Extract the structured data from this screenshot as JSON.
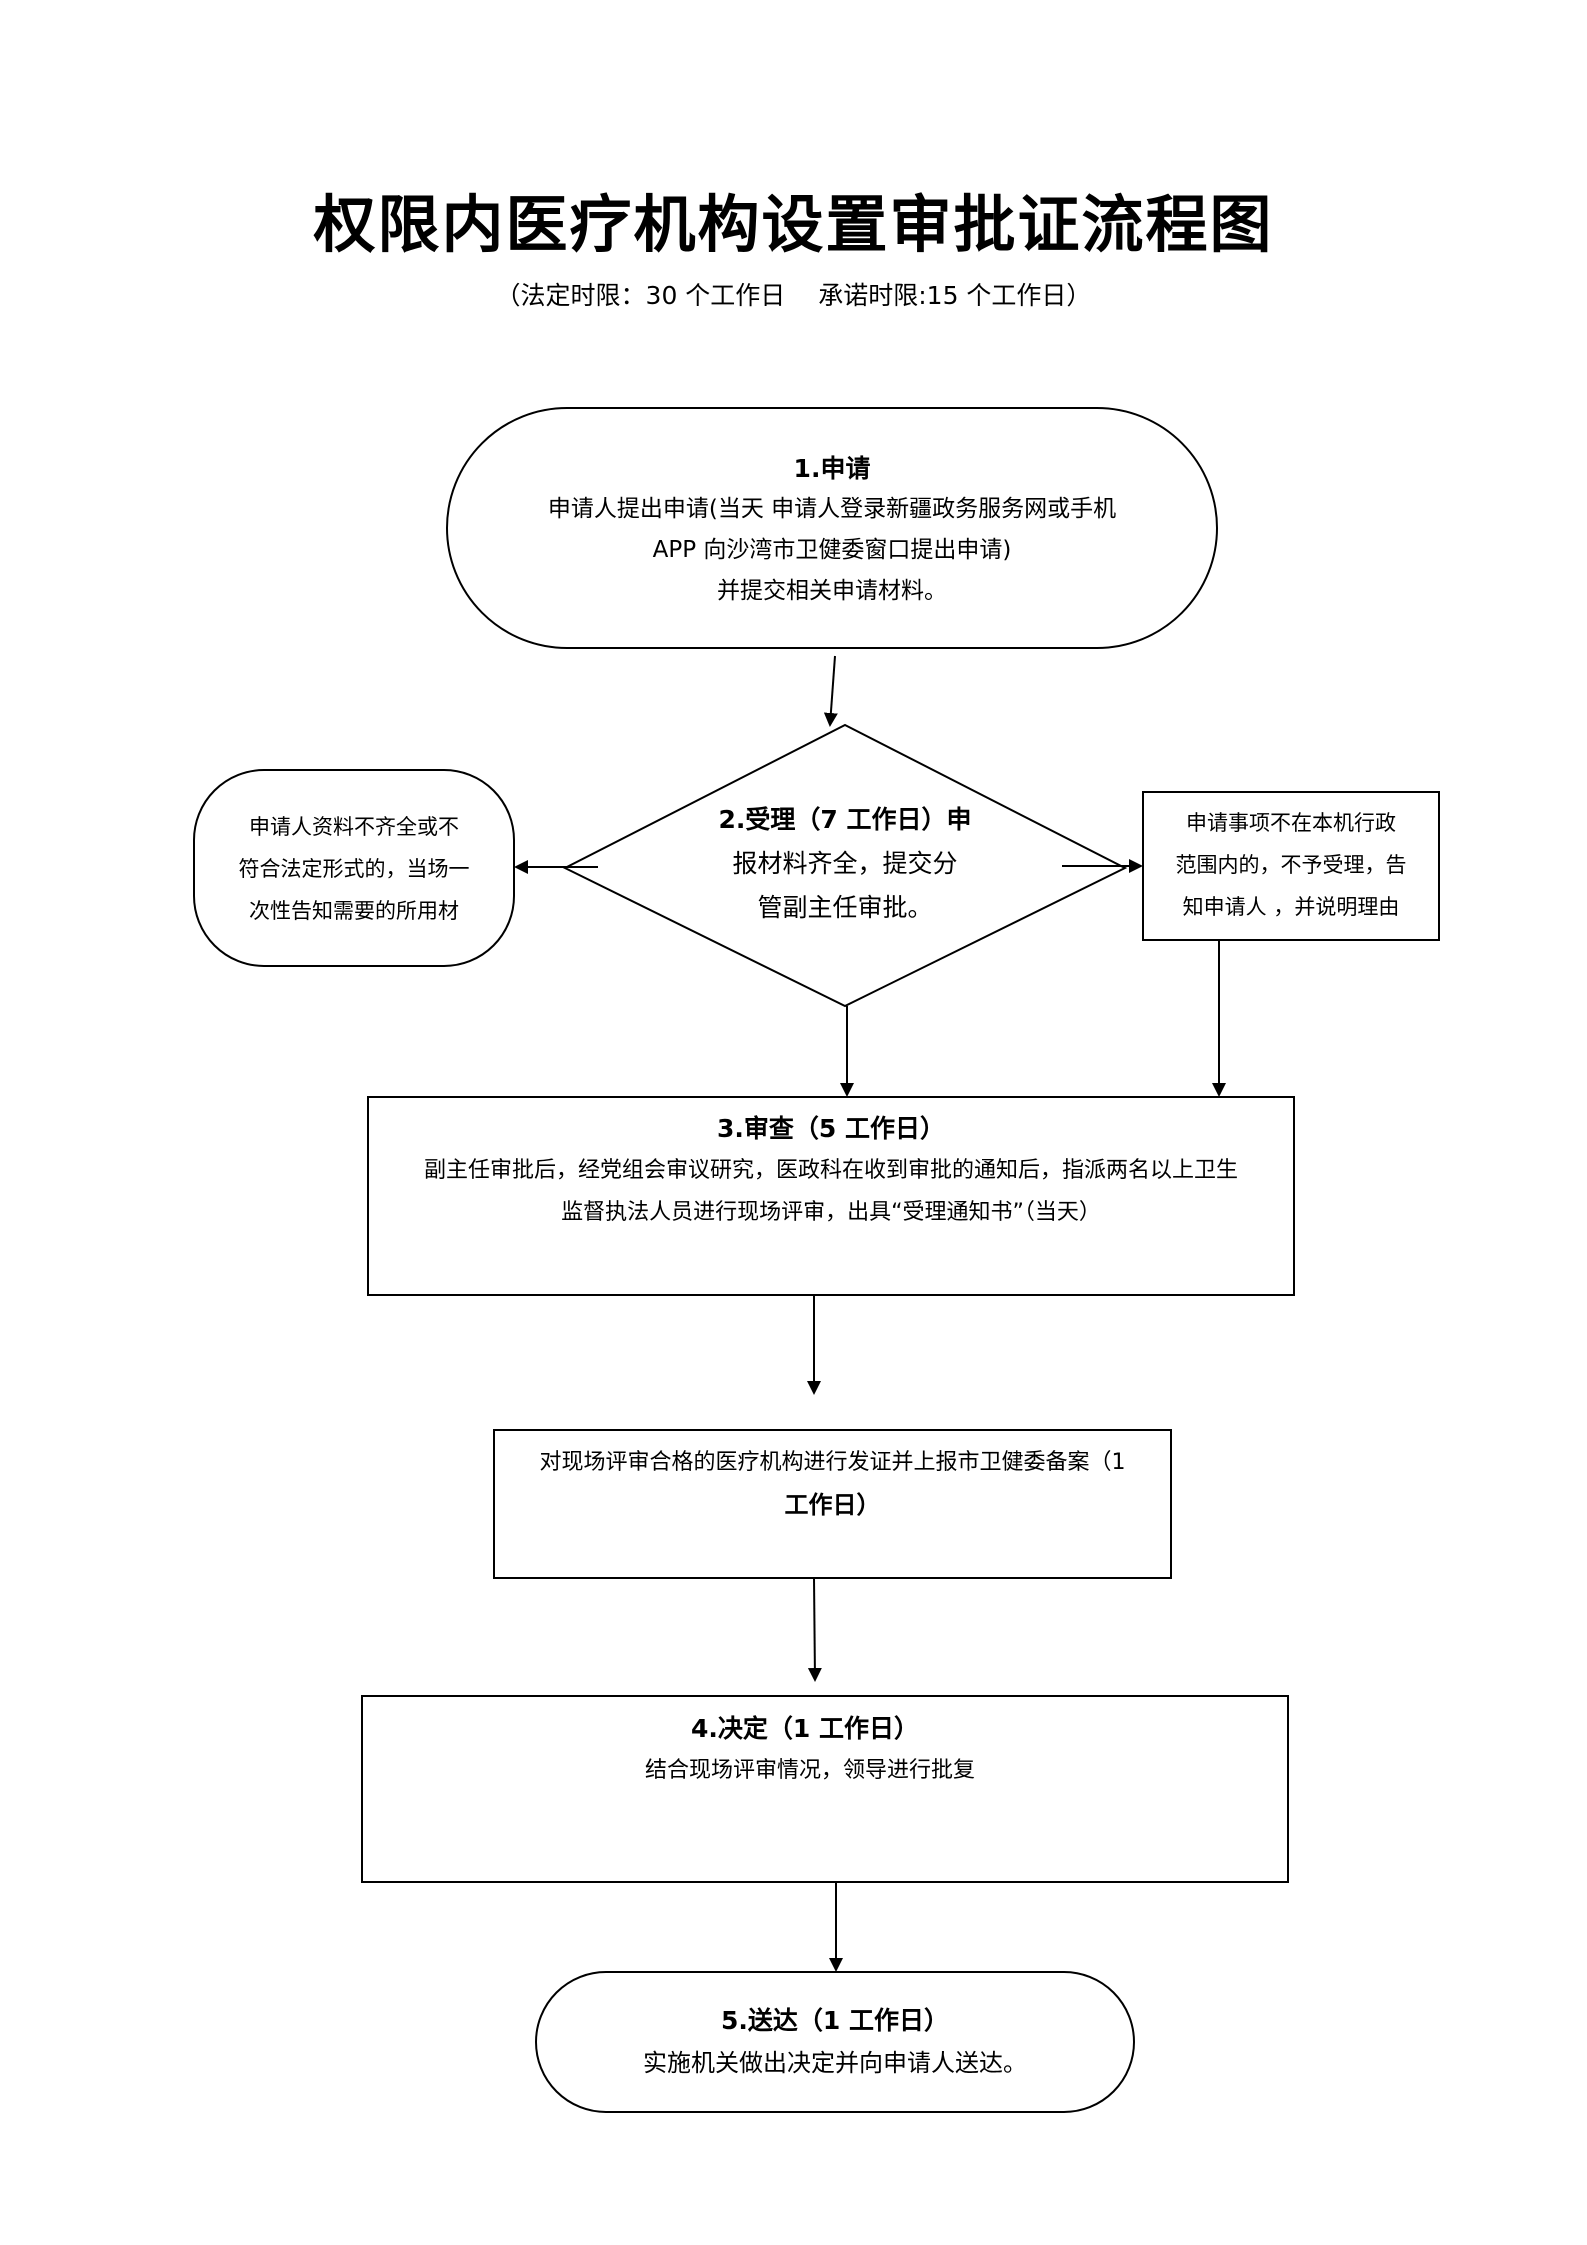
{
  "title": "权限内医疗机构设置审批证流程图",
  "subtitle": "（法定时限：30 个工作日　 承诺时限:15 个工作日）",
  "nodes": {
    "apply": {
      "head": "1.申请",
      "line1": "申请人提出申请(当天  申请人登录新疆政务服务网或手机",
      "line2": "APP 向沙湾市卫健委窗口提出申请)",
      "line3": "并提交相关申请材料。"
    },
    "accept": {
      "line1": "2.受理（7 工作日）申",
      "line2": "报材料齐全，提交分",
      "line3": "管副主任审批。"
    },
    "incomplete": {
      "line1": "申请人资料不齐全或不",
      "line2": "符合法定形式的，当场一",
      "line3": "次性告知需要的所用材"
    },
    "reject": {
      "line1": "申请事项不在本机行政",
      "line2": "范围内的，不予受理，告",
      "line3": "知申请人 ，并说明理由"
    },
    "review": {
      "head": "3.审查（5 工作日）",
      "line1": "副主任审批后，经党组会审议研究，医政科在收到审批的通知后，指派两名以上卫生",
      "line2": "监督执法人员进行现场评审，出具“受理通知书”（当天）"
    },
    "certify": {
      "line1": "对现场评审合格的医疗机构进行发证并上报市卫健委备案（1",
      "line2": "工作日）"
    },
    "decide": {
      "head": "4.决定（1 工作日）",
      "line1": "结合现场评审情况，领导进行批复"
    },
    "deliver": {
      "head": "5.送达（1 工作日）",
      "line1": "实施机关做出决定并向申请人送达。"
    }
  }
}
